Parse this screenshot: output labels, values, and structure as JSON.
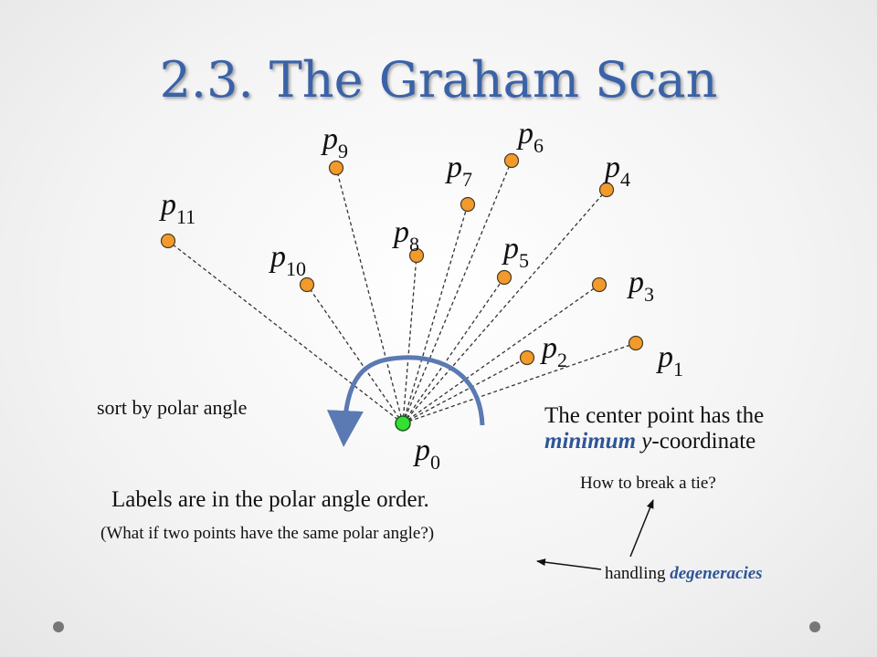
{
  "title": "2.3. The Graham Scan",
  "origin_label": {
    "letter": "p",
    "sub": "0"
  },
  "points": [
    {
      "id": "p1",
      "letter": "p",
      "sub": "1"
    },
    {
      "id": "p2",
      "letter": "p",
      "sub": "2"
    },
    {
      "id": "p3",
      "letter": "p",
      "sub": "3"
    },
    {
      "id": "p4",
      "letter": "p",
      "sub": "4"
    },
    {
      "id": "p5",
      "letter": "p",
      "sub": "5"
    },
    {
      "id": "p6",
      "letter": "p",
      "sub": "6"
    },
    {
      "id": "p7",
      "letter": "p",
      "sub": "7"
    },
    {
      "id": "p8",
      "letter": "p",
      "sub": "8"
    },
    {
      "id": "p9",
      "letter": "p",
      "sub": "9"
    },
    {
      "id": "p10",
      "letter": "p",
      "sub": "10"
    },
    {
      "id": "p11",
      "letter": "p",
      "sub": "11"
    }
  ],
  "colors": {
    "point_fill": "#f39a2c",
    "point_stroke": "#4a3a20",
    "origin_fill": "#33e033",
    "arrow": "#5b79b3",
    "title": "#3a62a8",
    "emphasis": "#2e5597"
  },
  "notes": {
    "sort_by_polar_angle": "sort by polar angle",
    "center_point_line1": "The center point has the",
    "center_point_minimum": "minimum",
    "center_point_y": "y",
    "center_point_rest": "-coordinate",
    "break_tie": "How to break a tie?",
    "labels_order": "Labels are in the polar angle order.",
    "same_angle": "(What if two points have the same polar angle?)",
    "handling": "handling",
    "degeneracies": "degeneracies"
  }
}
